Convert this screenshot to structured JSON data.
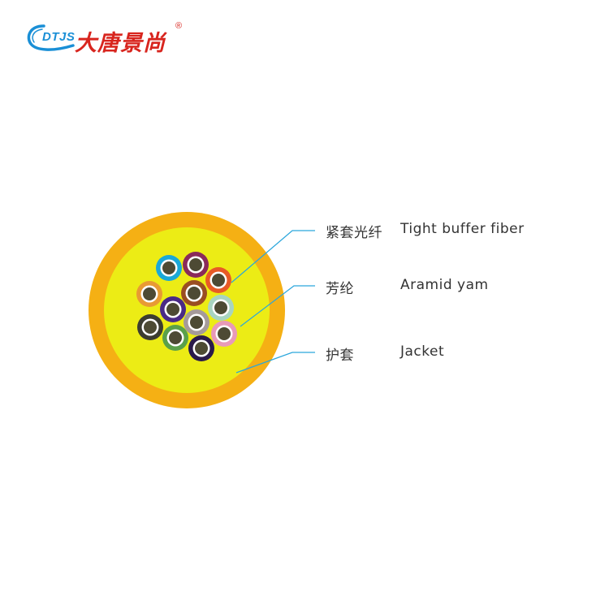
{
  "logo": {
    "latin": "DTJS",
    "chinese": "大唐景尚",
    "registered": "®",
    "colors": {
      "latin": "#1a8fd6",
      "chinese": "#d8251e",
      "swoosh": "#1a8fd6"
    }
  },
  "cable": {
    "jacket_color": "#f5b014",
    "aramid_color": "#ecec15",
    "fiber_core_color": "#4d4a34",
    "fibers": [
      {
        "color": "#1aa8d8"
      },
      {
        "color": "#8a2a5a"
      },
      {
        "color": "#e85a26"
      },
      {
        "color": "#e89a33"
      },
      {
        "color": "#9a4e22"
      },
      {
        "color": "#4a2a86"
      },
      {
        "color": "#a8d4c0"
      },
      {
        "color": "#3c3c30"
      },
      {
        "color": "#a59a9a"
      },
      {
        "color": "#e89ab8"
      },
      {
        "color": "#5aa04a"
      },
      {
        "color": "#2a1a4a"
      }
    ]
  },
  "labels": [
    {
      "cn": "紧套光纤",
      "en": "Tight buffer fiber"
    },
    {
      "cn": "芳纶",
      "en": "Aramid yam"
    },
    {
      "cn": "护套",
      "en": "Jacket"
    }
  ],
  "leader_color": "#2aa6dc"
}
